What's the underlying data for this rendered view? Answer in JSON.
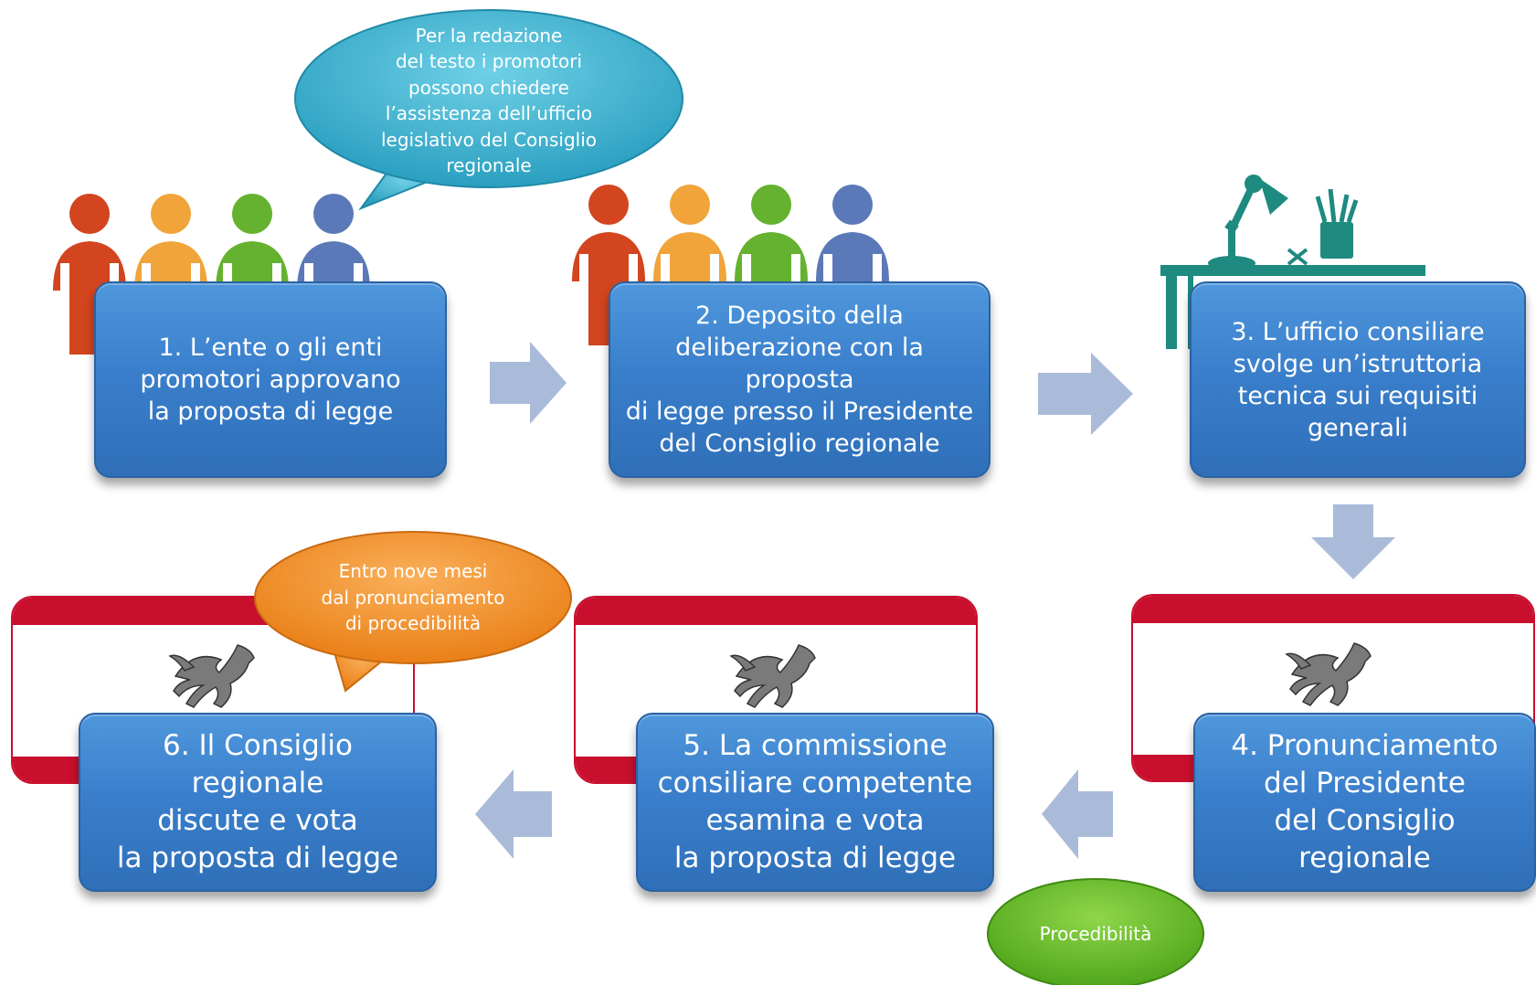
{
  "steps": {
    "step1": "1. L’ente o gli enti\npromotori approvano\nla proposta di legge",
    "step2": "2. Deposito della\ndeliberazione con la proposta\ndi legge presso il Presidente\ndel Consiglio regionale",
    "step3": "3. L’ufficio consiliare\nsvolge un’istruttoria\ntecnica sui requisiti\ngenerali",
    "step4": "4. Pronunciamento\ndel Presidente\ndel Consiglio regionale",
    "step5": "5. La commissione\nconsiliare competente\nesamina e vota\nla proposta di legge",
    "step6": "6. Il Consiglio regionale\ndiscute e vota\nla proposta di legge"
  },
  "callouts": {
    "blue": "Per la redazione\ndel testo i promotori\npossono chiedere\nl’assistenza dell’ufficio\nlegislativo del Consiglio\nregionale",
    "orange": "Entro nove mesi\ndal  pronunciamento\ndi procedibilità",
    "green": "Procedibilità"
  },
  "colors": {
    "box_blue": "#3a7fcc",
    "arrow": "#aabbd9",
    "flag_red": "#c8102e",
    "callout_blue": "#3bb3d0",
    "callout_orange": "#f2922a",
    "callout_green": "#6bbd2a",
    "person_red": "#d2451e",
    "person_orange": "#f0a43a",
    "person_green": "#64b22f",
    "person_blue": "#5b79b8",
    "desk": "#1e8a80"
  },
  "icons": [
    "people-group-icon",
    "desk-lamp-icon",
    "pegasus-emblem-icon"
  ]
}
